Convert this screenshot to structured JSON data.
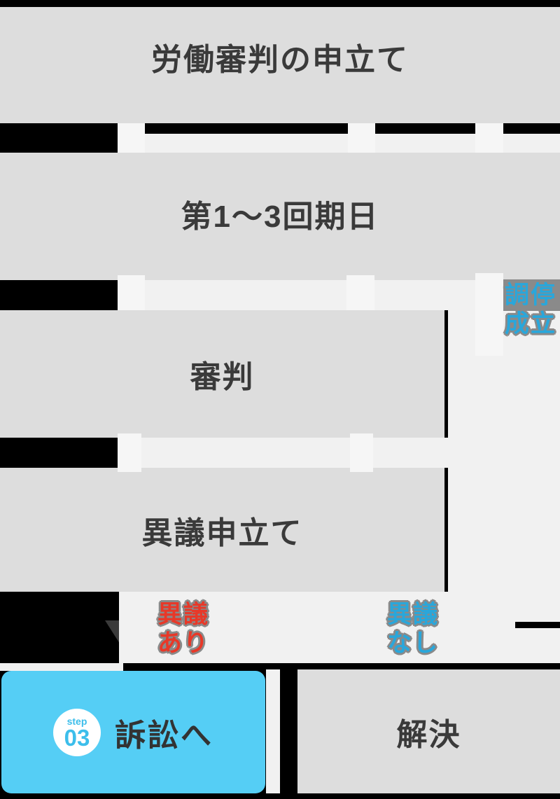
{
  "title": {
    "label": "労働審判の申立て"
  },
  "flow": {
    "hearing_box": "第1〜3回期日",
    "judgment_box": "審判",
    "objection_box": "異議申立て"
  },
  "branches": {
    "mediation": {
      "text": "調停\n成立"
    },
    "objection_yes": {
      "text": "異議\nあり"
    },
    "objection_no": {
      "text": "異議\nなし"
    }
  },
  "outcomes": {
    "step_word": "step",
    "step_number": "03",
    "litigation_label": "訴訟へ",
    "resolution_label": "解決"
  },
  "colors": {
    "background_black": "#000000",
    "box_gray": "#dddddd",
    "connector_light": "#f1f1f1",
    "tab_light": "#f6f6f6",
    "halo_gray": "#8a8a8a",
    "accent_blue": "#29a7db",
    "accent_red": "#e83828",
    "panel_blue": "#55cef5",
    "step_blue": "#3cbeeb",
    "text_dark": "#3a3a3a"
  }
}
